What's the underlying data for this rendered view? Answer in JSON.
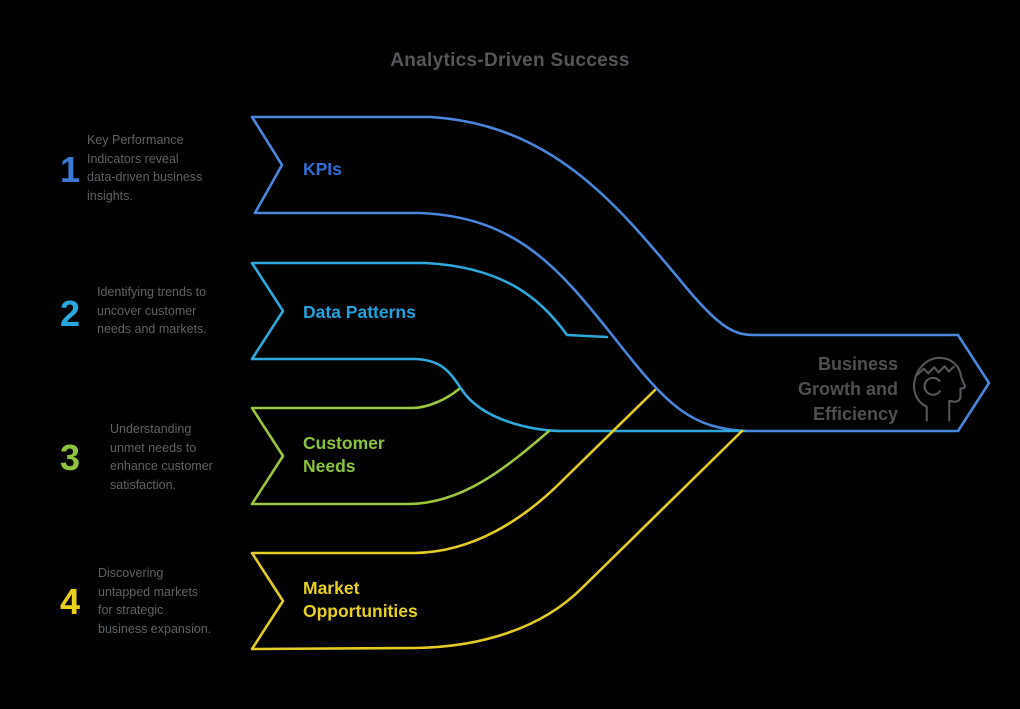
{
  "title": "Analytics-Driven Success",
  "background": "#000000",
  "steps": [
    {
      "number": "1",
      "description": "Key Performance\nIndicators reveal\ndata-driven business\ninsights.",
      "label": "KPIs",
      "number_color": "#3d79d4",
      "label_color": "#2d6fd6",
      "band_color": "#4a85dc"
    },
    {
      "number": "2",
      "description": "Identifying trends to\nuncover customer\nneeds and markets.",
      "label": "Data Patterns",
      "number_color": "#29a6dd",
      "label_color": "#21a3dd",
      "band_color": "#2fa8dc"
    },
    {
      "number": "3",
      "description": "Understanding\nunmet needs to\nenhance customer\nsatisfaction.",
      "label": "Customer\nNeeds",
      "number_color": "#8fc33e",
      "label_color": "#8ac43d",
      "band_color": "#9cc63c"
    },
    {
      "number": "4",
      "description": "Discovering\nuntapped markets\nfor strategic\nbusiness expansion.",
      "label": "Market\nOpportunities",
      "number_color": "#e9d01e",
      "label_color": "#e7d01e",
      "band_color": "#e3cc24"
    }
  ],
  "outcome": {
    "label": "Business\nGrowth and\nEfficiency",
    "icon": "head-with-gear-icon",
    "box_border_color": "#4a85dc",
    "text_color": "#4d4f53",
    "icon_color": "#55575b"
  },
  "text_colors": {
    "title": "#54565a",
    "description": "#5e6165"
  }
}
